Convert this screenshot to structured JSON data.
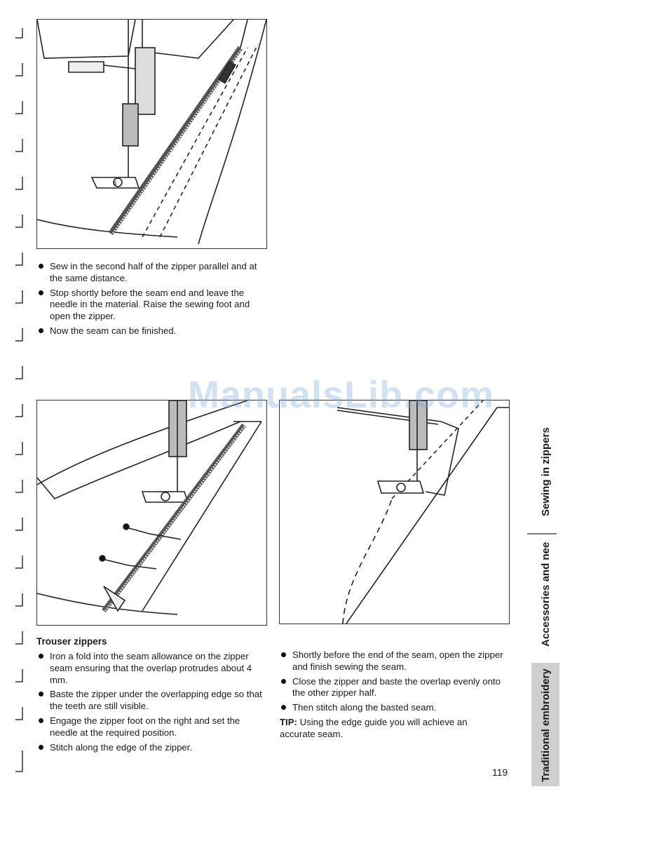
{
  "top_bullets": [
    "Sew in the second half of the zipper parallel and at the same distance.",
    "Stop shortly before the seam end and leave the needle in the material. Raise the sewing foot and open the zipper.",
    "Now the seam can be finished."
  ],
  "section_heading": "Trouser zippers",
  "left_bullets": [
    "Iron a fold into the seam allowance on the zipper seam ensuring that the overlap protrudes about 4 mm.",
    "Baste the zipper under the overlapping edge so that the teeth are still visible.",
    "Engage the zipper foot on the right and set the needle at the required position.",
    "Stitch along the edge of the zipper."
  ],
  "right_bullets": [
    "Shortly before the end of the seam, open the zipper and finish sewing the seam.",
    "Close the zipper and baste the overlap evenly onto the other zipper half.",
    "Then stitch along the basted seam."
  ],
  "tip": {
    "label": "TIP:",
    "text": " Using the edge guide you will achieve an accurate seam."
  },
  "page_number": "119",
  "watermark": "ManualsLib.com",
  "side_tabs": [
    "Sewing in zippers",
    "Accessories and needles",
    "Traditional embroidery techniques"
  ],
  "foot_number": "4"
}
